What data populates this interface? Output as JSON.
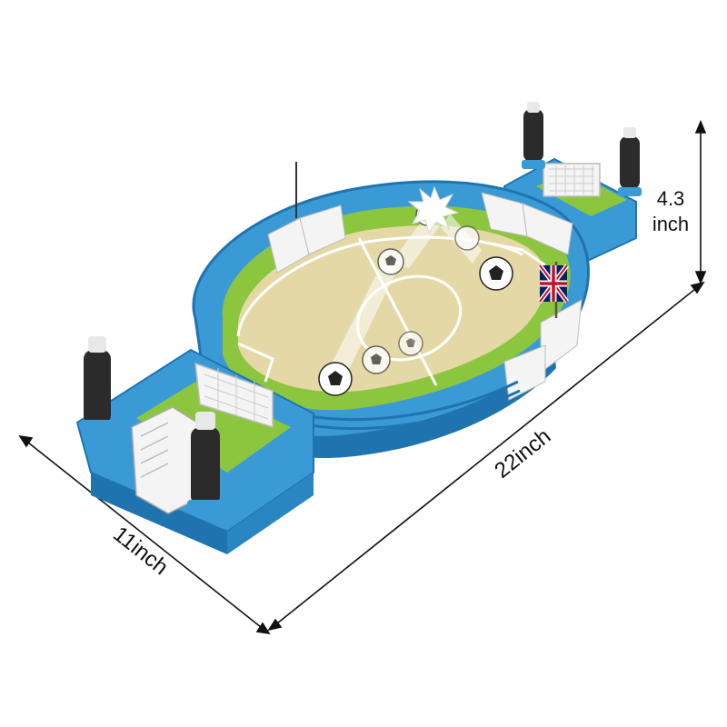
{
  "dimensions": {
    "length": "22inch",
    "width": "11inch",
    "height_value": "4.3",
    "height_unit": "inch"
  },
  "colors": {
    "frame_blue": "#3a9ad6",
    "frame_blue_dark": "#1f74b0",
    "grass_green": "#8cc63f",
    "sand_field": "#e4d9a6",
    "handle_black": "#2b2b2b",
    "net_white": "#f4f4f4",
    "flag_red": "#c8102e",
    "flag_blue": "#012169"
  },
  "icons": {
    "ball": "soccer-ball-icon",
    "flag": "union-jack-flag-icon",
    "goal": "goal-net-icon",
    "handle": "control-handle-icon"
  }
}
